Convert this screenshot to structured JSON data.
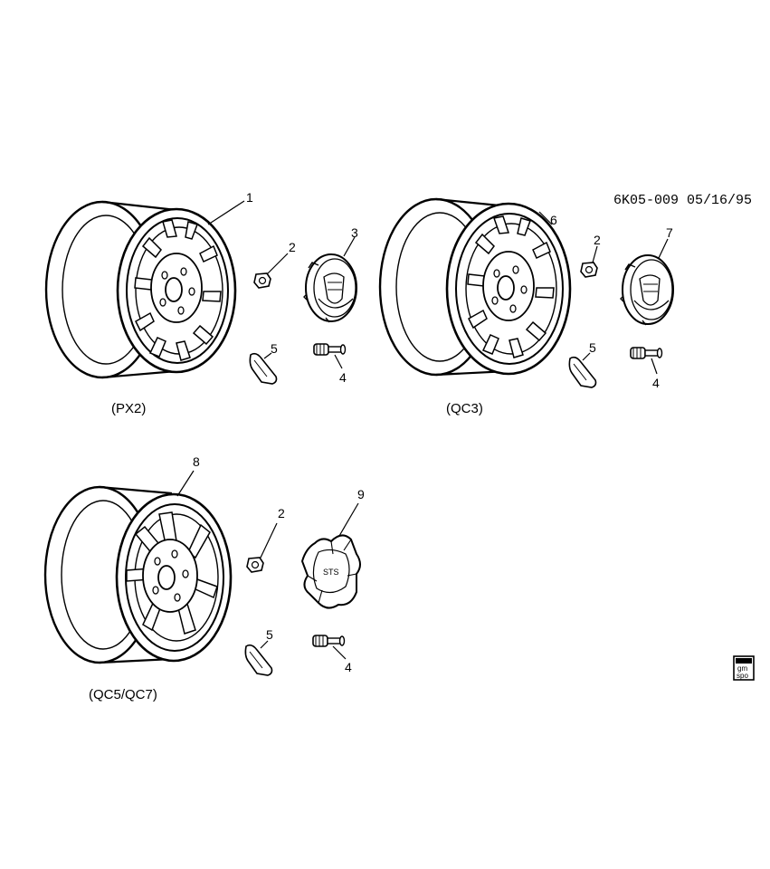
{
  "header": {
    "drawing_code": "6K05-009 05/16/95"
  },
  "groups": [
    {
      "caption": "(PX2)",
      "callouts": [
        "1",
        "2",
        "3",
        "4",
        "5"
      ]
    },
    {
      "caption": "(QC3)",
      "callouts": [
        "6",
        "2",
        "7",
        "4",
        "5"
      ]
    },
    {
      "caption": "(QC5/QC7)",
      "callouts": [
        "8",
        "2",
        "9",
        "4",
        "5"
      ]
    }
  ],
  "labels": {
    "cap_text": "STS"
  },
  "logo": {
    "line1": "gm",
    "line2": "spo"
  }
}
